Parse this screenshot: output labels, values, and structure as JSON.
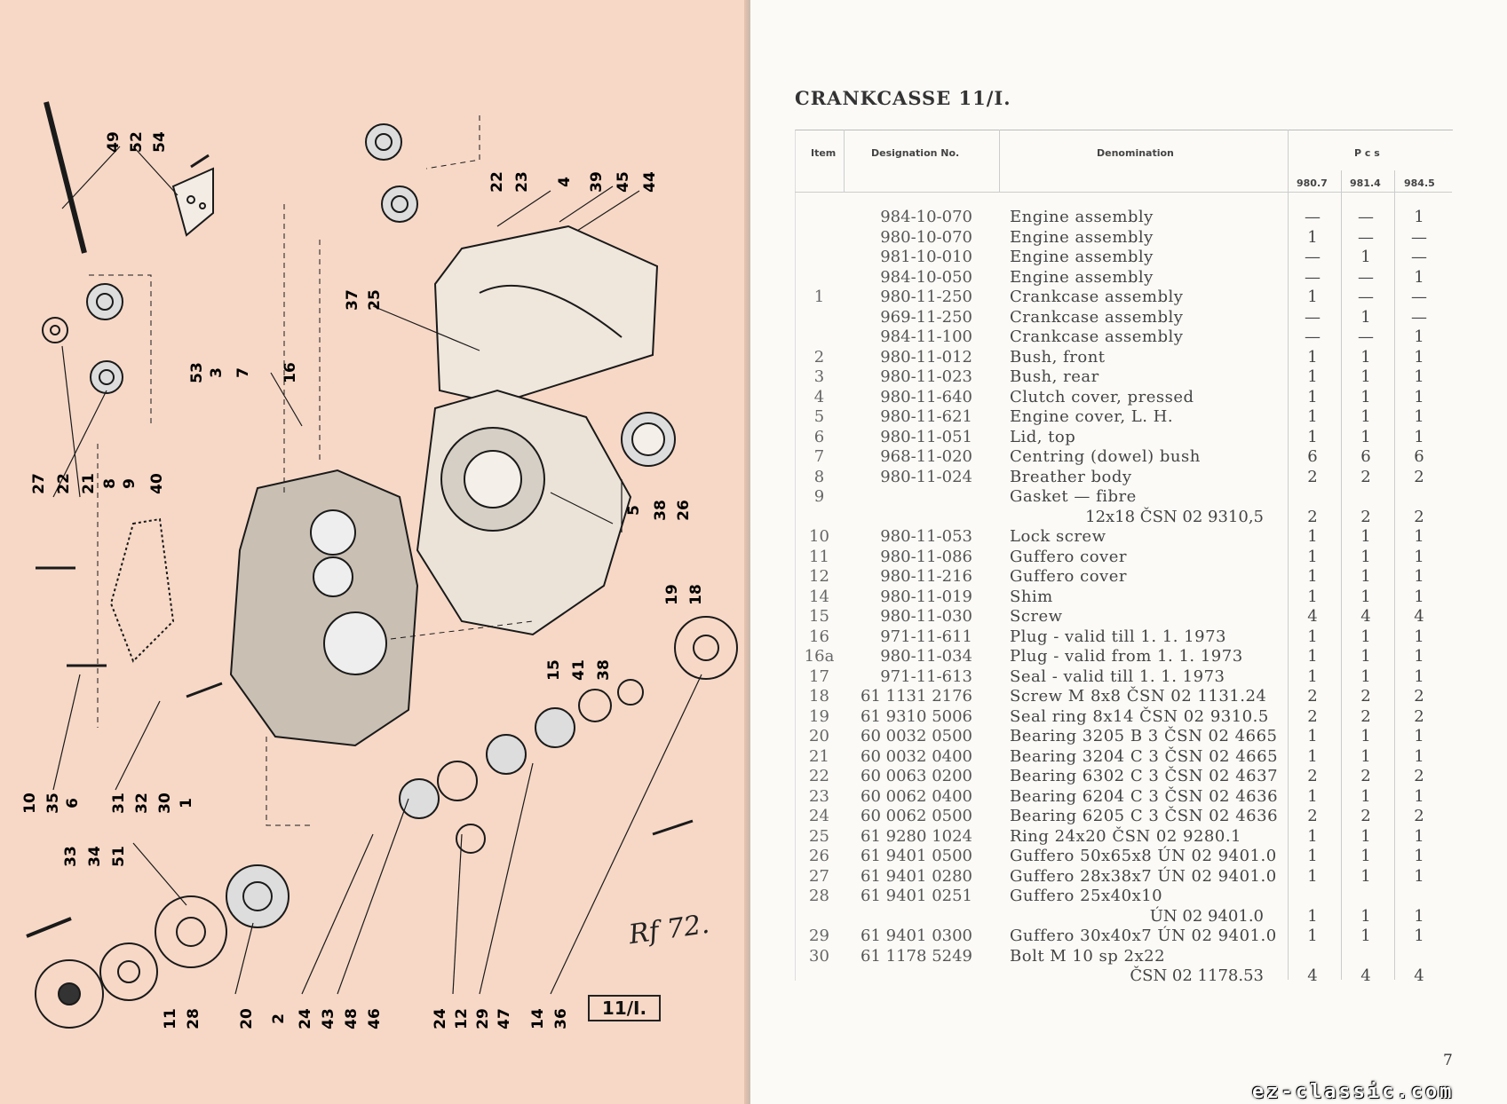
{
  "diagram": {
    "callouts": [
      {
        "text": "49"
      },
      {
        "text": "52"
      },
      {
        "text": "54"
      },
      {
        "text": "22"
      },
      {
        "text": "23"
      },
      {
        "text": "4"
      },
      {
        "text": "39"
      },
      {
        "text": "45"
      },
      {
        "text": "44"
      },
      {
        "text": "37"
      },
      {
        "text": "25"
      },
      {
        "text": "53"
      },
      {
        "text": "3"
      },
      {
        "text": "7"
      },
      {
        "text": "16"
      },
      {
        "text": "27"
      },
      {
        "text": "22"
      },
      {
        "text": "21"
      },
      {
        "text": "8"
      },
      {
        "text": "9"
      },
      {
        "text": "40"
      },
      {
        "text": "5"
      },
      {
        "text": "38"
      },
      {
        "text": "26"
      },
      {
        "text": "19"
      },
      {
        "text": "18"
      },
      {
        "text": "15"
      },
      {
        "text": "41"
      },
      {
        "text": "38"
      },
      {
        "text": "10"
      },
      {
        "text": "35"
      },
      {
        "text": "6"
      },
      {
        "text": "31"
      },
      {
        "text": "32"
      },
      {
        "text": "30"
      },
      {
        "text": "1"
      },
      {
        "text": "33"
      },
      {
        "text": "34"
      },
      {
        "text": "51"
      },
      {
        "text": "11"
      },
      {
        "text": "28"
      },
      {
        "text": "20"
      },
      {
        "text": "2"
      },
      {
        "text": "24"
      },
      {
        "text": "43"
      },
      {
        "text": "48"
      },
      {
        "text": "46"
      },
      {
        "text": "24"
      },
      {
        "text": "12"
      },
      {
        "text": "29"
      },
      {
        "text": "47"
      },
      {
        "text": "14"
      },
      {
        "text": "36"
      }
    ],
    "signature": "Rf 72.",
    "figure_label": "11/I."
  },
  "right": {
    "title": "CRANKCASSE 11/I.",
    "headers": {
      "item": "Item",
      "designation": "Designation  No.",
      "denomination": "Denomination",
      "pcs": "P c s",
      "q1": "980.7",
      "q2": "981.4",
      "q3": "984.5"
    },
    "rows": [
      {
        "item": "",
        "des": "984-10-070",
        "den": "Engine assembly",
        "q1": "—",
        "q2": "—",
        "q3": "1"
      },
      {
        "item": "",
        "des": "980-10-070",
        "den": "Engine assembly",
        "q1": "1",
        "q2": "—",
        "q3": "—"
      },
      {
        "item": "",
        "des": "981-10-010",
        "den": "Engine assembly",
        "q1": "—",
        "q2": "1",
        "q3": "—"
      },
      {
        "item": "",
        "des": "984-10-050",
        "den": "Engine assembly",
        "q1": "—",
        "q2": "—",
        "q3": "1"
      },
      {
        "item": "1",
        "des": "980-11-250",
        "den": "Crankcase assembly",
        "q1": "1",
        "q2": "—",
        "q3": "—"
      },
      {
        "item": "",
        "des": "969-11-250",
        "den": "Crankcase assembly",
        "q1": "—",
        "q2": "1",
        "q3": "—"
      },
      {
        "item": "",
        "des": "984-11-100",
        "den": "Crankcase assembly",
        "q1": "—",
        "q2": "—",
        "q3": "1"
      },
      {
        "item": "2",
        "des": "980-11-012",
        "den": "Bush, front",
        "q1": "1",
        "q2": "1",
        "q3": "1"
      },
      {
        "item": "3",
        "des": "980-11-023",
        "den": "Bush, rear",
        "q1": "1",
        "q2": "1",
        "q3": "1"
      },
      {
        "item": "4",
        "des": "980-11-640",
        "den": "Clutch cover, pressed",
        "q1": "1",
        "q2": "1",
        "q3": "1"
      },
      {
        "item": "5",
        "des": "980-11-621",
        "den": "Engine cover, L. H.",
        "q1": "1",
        "q2": "1",
        "q3": "1"
      },
      {
        "item": "6",
        "des": "980-11-051",
        "den": "Lid, top",
        "q1": "1",
        "q2": "1",
        "q3": "1"
      },
      {
        "item": "7",
        "des": "968-11-020",
        "den": "Centring (dowel) bush",
        "q1": "6",
        "q2": "6",
        "q3": "6"
      },
      {
        "item": "8",
        "des": "980-11-024",
        "den": "Breather body",
        "q1": "2",
        "q2": "2",
        "q3": "2"
      },
      {
        "item": "9",
        "des": "",
        "den": "Gasket — fibre",
        "q1": "",
        "q2": "",
        "q3": ""
      },
      {
        "item": "",
        "des": "",
        "den": "",
        "cont": "12x18  ČSN 02 9310,5",
        "q1": "2",
        "q2": "2",
        "q3": "2"
      },
      {
        "item": "10",
        "des": "980-11-053",
        "den": "Lock screw",
        "q1": "1",
        "q2": "1",
        "q3": "1"
      },
      {
        "item": "11",
        "des": "980-11-086",
        "den": "Guffero cover",
        "q1": "1",
        "q2": "1",
        "q3": "1"
      },
      {
        "item": "12",
        "des": "980-11-216",
        "den": "Guffero cover",
        "q1": "1",
        "q2": "1",
        "q3": "1"
      },
      {
        "item": "14",
        "des": "980-11-019",
        "den": "Shim",
        "q1": "1",
        "q2": "1",
        "q3": "1"
      },
      {
        "item": "15",
        "des": "980-11-030",
        "den": "Screw",
        "q1": "4",
        "q2": "4",
        "q3": "4"
      },
      {
        "item": "16",
        "des": "971-11-611",
        "den": "Plug - valid till 1. 1. 1973",
        "q1": "1",
        "q2": "1",
        "q3": "1"
      },
      {
        "item": "16a",
        "des": "980-11-034",
        "den": "Plug - valid from 1. 1. 1973",
        "q1": "1",
        "q2": "1",
        "q3": "1"
      },
      {
        "item": "17",
        "des": "971-11-613",
        "den": "Seal - valid till 1. 1. 1973",
        "q1": "1",
        "q2": "1",
        "q3": "1"
      },
      {
        "item": "18",
        "des": "61 1131 2176",
        "den": "Screw M 8x8 ČSN 02 1131.24",
        "q1": "2",
        "q2": "2",
        "q3": "2"
      },
      {
        "item": "19",
        "des": "61 9310 5006",
        "den": "Seal ring 8x14 ČSN 02 9310.5",
        "q1": "2",
        "q2": "2",
        "q3": "2"
      },
      {
        "item": "20",
        "des": "60 0032 0500",
        "den": "Bearing 3205 B 3 ČSN 02 4665",
        "q1": "1",
        "q2": "1",
        "q3": "1"
      },
      {
        "item": "21",
        "des": "60 0032 0400",
        "den": "Bearing 3204 C 3 ČSN 02 4665",
        "q1": "1",
        "q2": "1",
        "q3": "1"
      },
      {
        "item": "22",
        "des": "60 0063 0200",
        "den": "Bearing 6302 C 3 ČSN 02 4637",
        "q1": "2",
        "q2": "2",
        "q3": "2"
      },
      {
        "item": "23",
        "des": "60 0062 0400",
        "den": "Bearing 6204 C 3 ČSN 02 4636",
        "q1": "1",
        "q2": "1",
        "q3": "1"
      },
      {
        "item": "24",
        "des": "60 0062 0500",
        "den": "Bearing 6205 C 3 ČSN 02 4636",
        "q1": "2",
        "q2": "2",
        "q3": "2"
      },
      {
        "item": "25",
        "des": "61 9280 1024",
        "den": "Ring 24x20 ČSN 02 9280.1",
        "q1": "1",
        "q2": "1",
        "q3": "1"
      },
      {
        "item": "26",
        "des": "61 9401 0500",
        "den": "Guffero 50x65x8 ÚN 02 9401.0",
        "q1": "1",
        "q2": "1",
        "q3": "1"
      },
      {
        "item": "27",
        "des": "61 9401 0280",
        "den": "Guffero 28x38x7 ÚN 02 9401.0",
        "q1": "1",
        "q2": "1",
        "q3": "1"
      },
      {
        "item": "28",
        "des": "61 9401 0251",
        "den": "Guffero 25x40x10",
        "q1": "",
        "q2": "",
        "q3": ""
      },
      {
        "item": "",
        "des": "",
        "den": "",
        "cont": "ÚN 02 9401.0",
        "q1": "1",
        "q2": "1",
        "q3": "1"
      },
      {
        "item": "29",
        "des": "61 9401 0300",
        "den": "Guffero 30x40x7 ÚN 02 9401.0",
        "q1": "1",
        "q2": "1",
        "q3": "1"
      },
      {
        "item": "30",
        "des": "61 1178 5249",
        "den": "Bolt M 10 sp 2x22",
        "q1": "",
        "q2": "",
        "q3": ""
      },
      {
        "item": "",
        "des": "",
        "den": "",
        "cont": "ČSN 02 1178.53",
        "q1": "4",
        "q2": "4",
        "q3": "4"
      }
    ],
    "page_number": "7",
    "watermark": "ez-classic.com"
  }
}
